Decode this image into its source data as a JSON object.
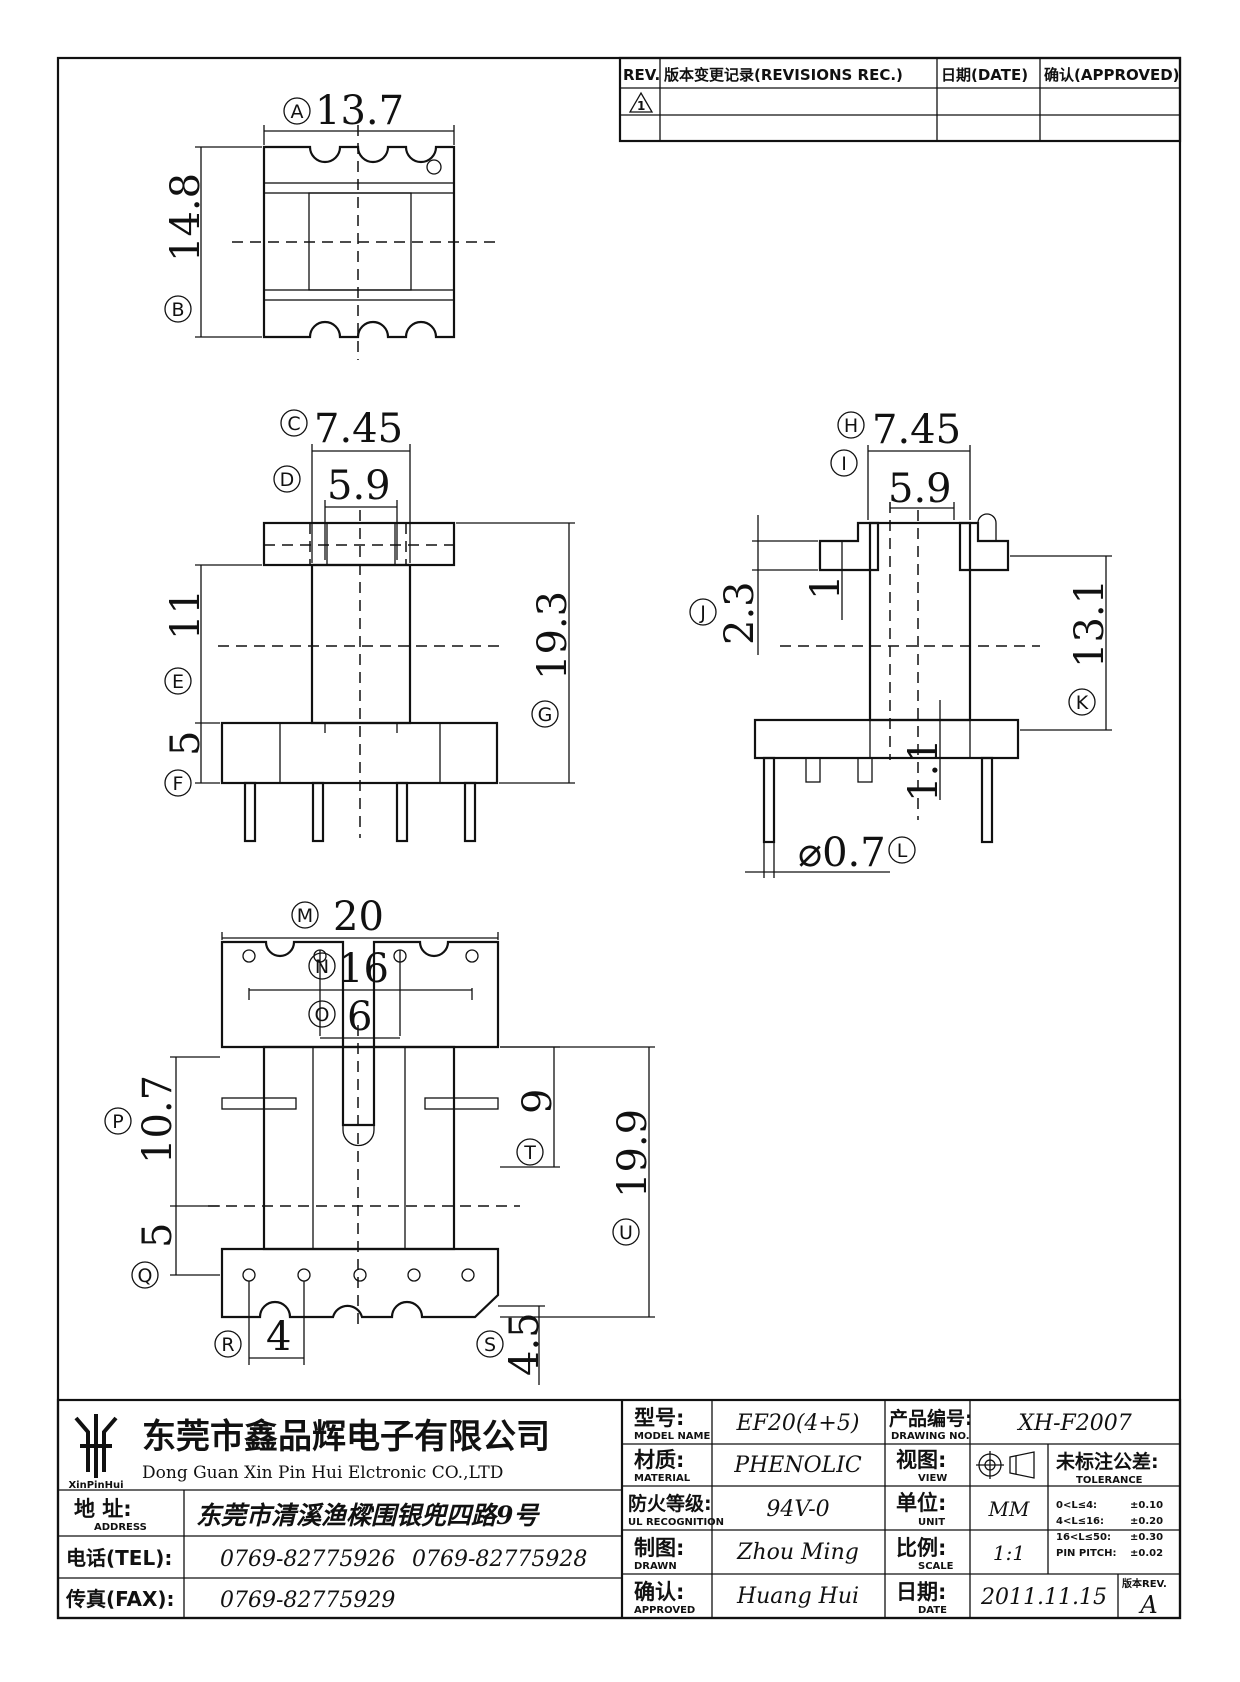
{
  "revision_block": {
    "rev_header": "REV.",
    "record_header": "版本变更记录(REVISIONS REC.)",
    "date_header": "日期(DATE)",
    "approved_header": "确认(APPROVED)",
    "rev_symbol": "1"
  },
  "dimensions": {
    "A": {
      "letter": "A",
      "value": "13.7"
    },
    "B": {
      "letter": "B",
      "value": "14.8"
    },
    "C": {
      "letter": "C",
      "value": "7.45"
    },
    "D": {
      "letter": "D",
      "value": "5.9"
    },
    "E": {
      "letter": "E",
      "value": "11"
    },
    "F": {
      "letter": "F",
      "value": "5"
    },
    "G": {
      "letter": "G",
      "value": "19.3"
    },
    "H": {
      "letter": "H",
      "value": "7.45"
    },
    "I": {
      "letter": "I",
      "value": "5.9"
    },
    "J": {
      "letter": "J",
      "value": "2.3"
    },
    "J2": {
      "value": "1"
    },
    "K": {
      "letter": "K",
      "value": "13.1"
    },
    "L": {
      "letter": "L",
      "value": "⌀0.7"
    },
    "L2": {
      "value": "1.1"
    },
    "M": {
      "letter": "M",
      "value": "20"
    },
    "N": {
      "letter": "N",
      "value": "16"
    },
    "O": {
      "letter": "O",
      "value": "6"
    },
    "P": {
      "letter": "P",
      "value": "10.7"
    },
    "Q": {
      "letter": "Q",
      "value": "5"
    },
    "R": {
      "letter": "R",
      "value": "4"
    },
    "S": {
      "letter": "S",
      "value": "4.5"
    },
    "T": {
      "letter": "T",
      "value": "9"
    },
    "U": {
      "letter": "U",
      "value": "19.9"
    }
  },
  "title_block": {
    "company_cn": "东莞市鑫品辉电子有限公司",
    "company_en": "Dong Guan Xin Pin Hui Elctronic CO.,LTD",
    "logo_text": "XinPinHui",
    "address_label": "地 址:",
    "address_label_en": "ADDRESS",
    "address_value": "东莞市清溪渔樑围银兜四路9号",
    "tel_label": "电话(TEL):",
    "tel_value_1": "0769-82775926",
    "tel_value_2": "0769-82775928",
    "fax_label": "传真(FAX):",
    "fax_value": "0769-82775929",
    "model_label": "型号:",
    "model_label_en": "MODEL NAME",
    "model_value": "EF20(4+5)",
    "material_label": "材质:",
    "material_label_en": "MATERIAL",
    "material_value": "PHENOLIC",
    "fire_label": "防火等级:",
    "fire_label_en": "UL RECOGNITION",
    "fire_value": "94V-0",
    "drawn_label": "制图:",
    "drawn_label_en": "DRAWN",
    "drawn_value": "Zhou Ming",
    "approved_label": "确认:",
    "approved_label_en": "APPROVED",
    "approved_value": "Huang Hui",
    "drawing_no_label": "产品编号:",
    "drawing_no_label_en": "DRAWING NO.",
    "drawing_no_value": "XH-F2007",
    "view_label": "视图:",
    "view_label_en": "VIEW",
    "unit_label": "单位:",
    "unit_label_en": "UNIT",
    "unit_value": "MM",
    "scale_label": "比例:",
    "scale_label_en": "SCALE",
    "scale_value": "1:1",
    "date_label": "日期:",
    "date_label_en": "DATE",
    "date_value": "2011.11.15",
    "tolerance_label": "未标注公差:",
    "tolerance_label_en": "TOLERANCE",
    "tolerances": [
      {
        "range": "0<L≤4:",
        "value": "±0.10"
      },
      {
        "range": "4<L≤16:",
        "value": "±0.20"
      },
      {
        "range": "16<L≤50:",
        "value": "±0.30"
      },
      {
        "range": "PIN PITCH:",
        "value": "±0.02"
      }
    ],
    "rev_label": "版本REV.",
    "rev_value": "A"
  }
}
